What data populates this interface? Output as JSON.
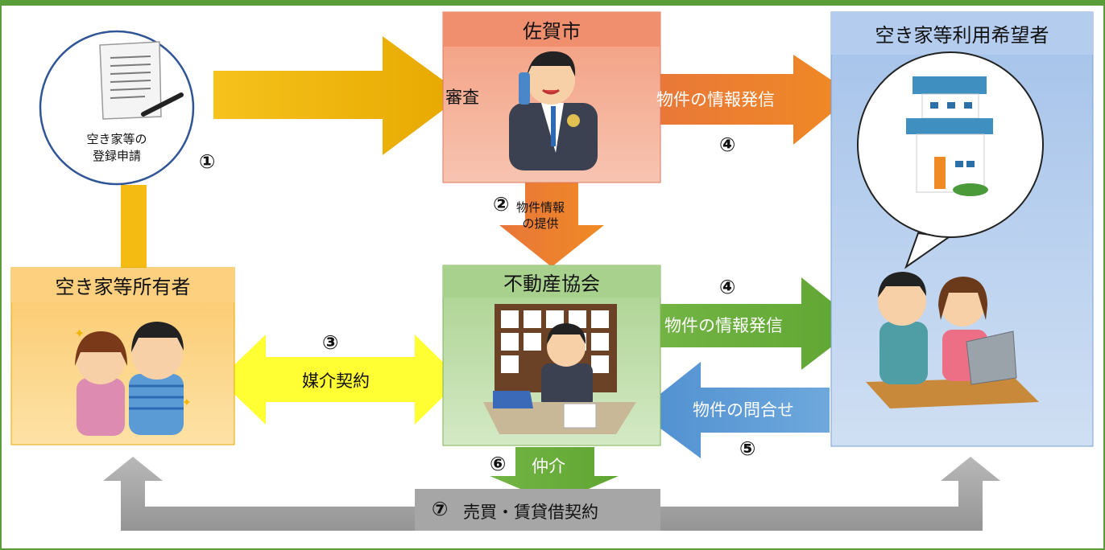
{
  "colors": {
    "frame_green": "#5a9e3a",
    "yellow_arrow": "#f2b705",
    "orange_arrow": "#ea7626",
    "green_arrow": "#6aac3c",
    "blue_arrow": "#5b9bd5",
    "gray_arrow": "#a6a6a6",
    "bright_yellow": "#ffff33"
  },
  "application": {
    "label_line1": "空き家等の",
    "label_line2": "登録申請",
    "step": "①"
  },
  "city": {
    "title": "佐賀市",
    "review": "審査"
  },
  "seekers": {
    "title": "空き家等利用希望者"
  },
  "owners": {
    "title": "空き家等所有者"
  },
  "realtor": {
    "title": "不動産協会"
  },
  "arrows": {
    "city_to_seekers": {
      "label": "物件の情報発信",
      "step": "④"
    },
    "city_to_realtor": {
      "step": "②",
      "label_line1": "物件情報",
      "label_line2": "の提供"
    },
    "brokerage_contract": {
      "step": "③",
      "label": "媒介契約"
    },
    "realtor_to_seekers": {
      "step": "④",
      "label": "物件の情報発信"
    },
    "inquiry": {
      "label": "物件の問合せ",
      "step": "⑤"
    },
    "mediation": {
      "step": "⑥",
      "label": "仲介"
    },
    "contract": {
      "step": "⑦",
      "label": "売買・賃貸借契約"
    }
  }
}
